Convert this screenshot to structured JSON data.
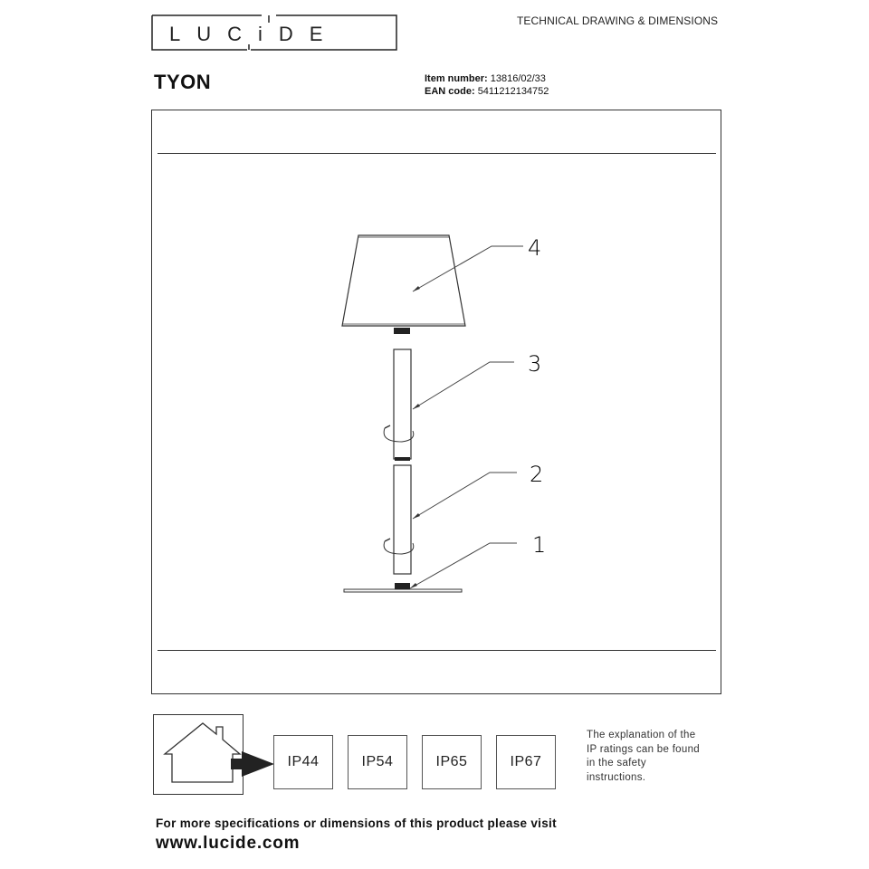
{
  "header": {
    "brand_logo_text": "LUCiDE",
    "document_type": "TECHNICAL DRAWING & DIMENSIONS",
    "product_name": "TYON",
    "item_number_label": "Item number:",
    "item_number": "13816/02/33",
    "ean_label": "EAN code:",
    "ean_code": "5411212134752"
  },
  "drawing": {
    "parts": [
      {
        "number": "4",
        "name": "lamp-shade"
      },
      {
        "number": "3",
        "name": "upper-tube"
      },
      {
        "number": "2",
        "name": "lower-tube"
      },
      {
        "number": "1",
        "name": "base-plate"
      }
    ]
  },
  "ip_ratings": {
    "icon": "house-icon",
    "arrow_icon": "arrow-right-icon",
    "options": [
      "IP44",
      "IP54",
      "IP65",
      "IP67"
    ],
    "note": "The explanation of the IP ratings can be found in the safety instructions.",
    "note_lines": [
      "The explanation of the",
      "IP ratings can be found",
      "in the safety",
      "instructions."
    ]
  },
  "footer": {
    "text": "For more specifications or dimensions of this product please visit",
    "url": "www.lucide.com"
  }
}
